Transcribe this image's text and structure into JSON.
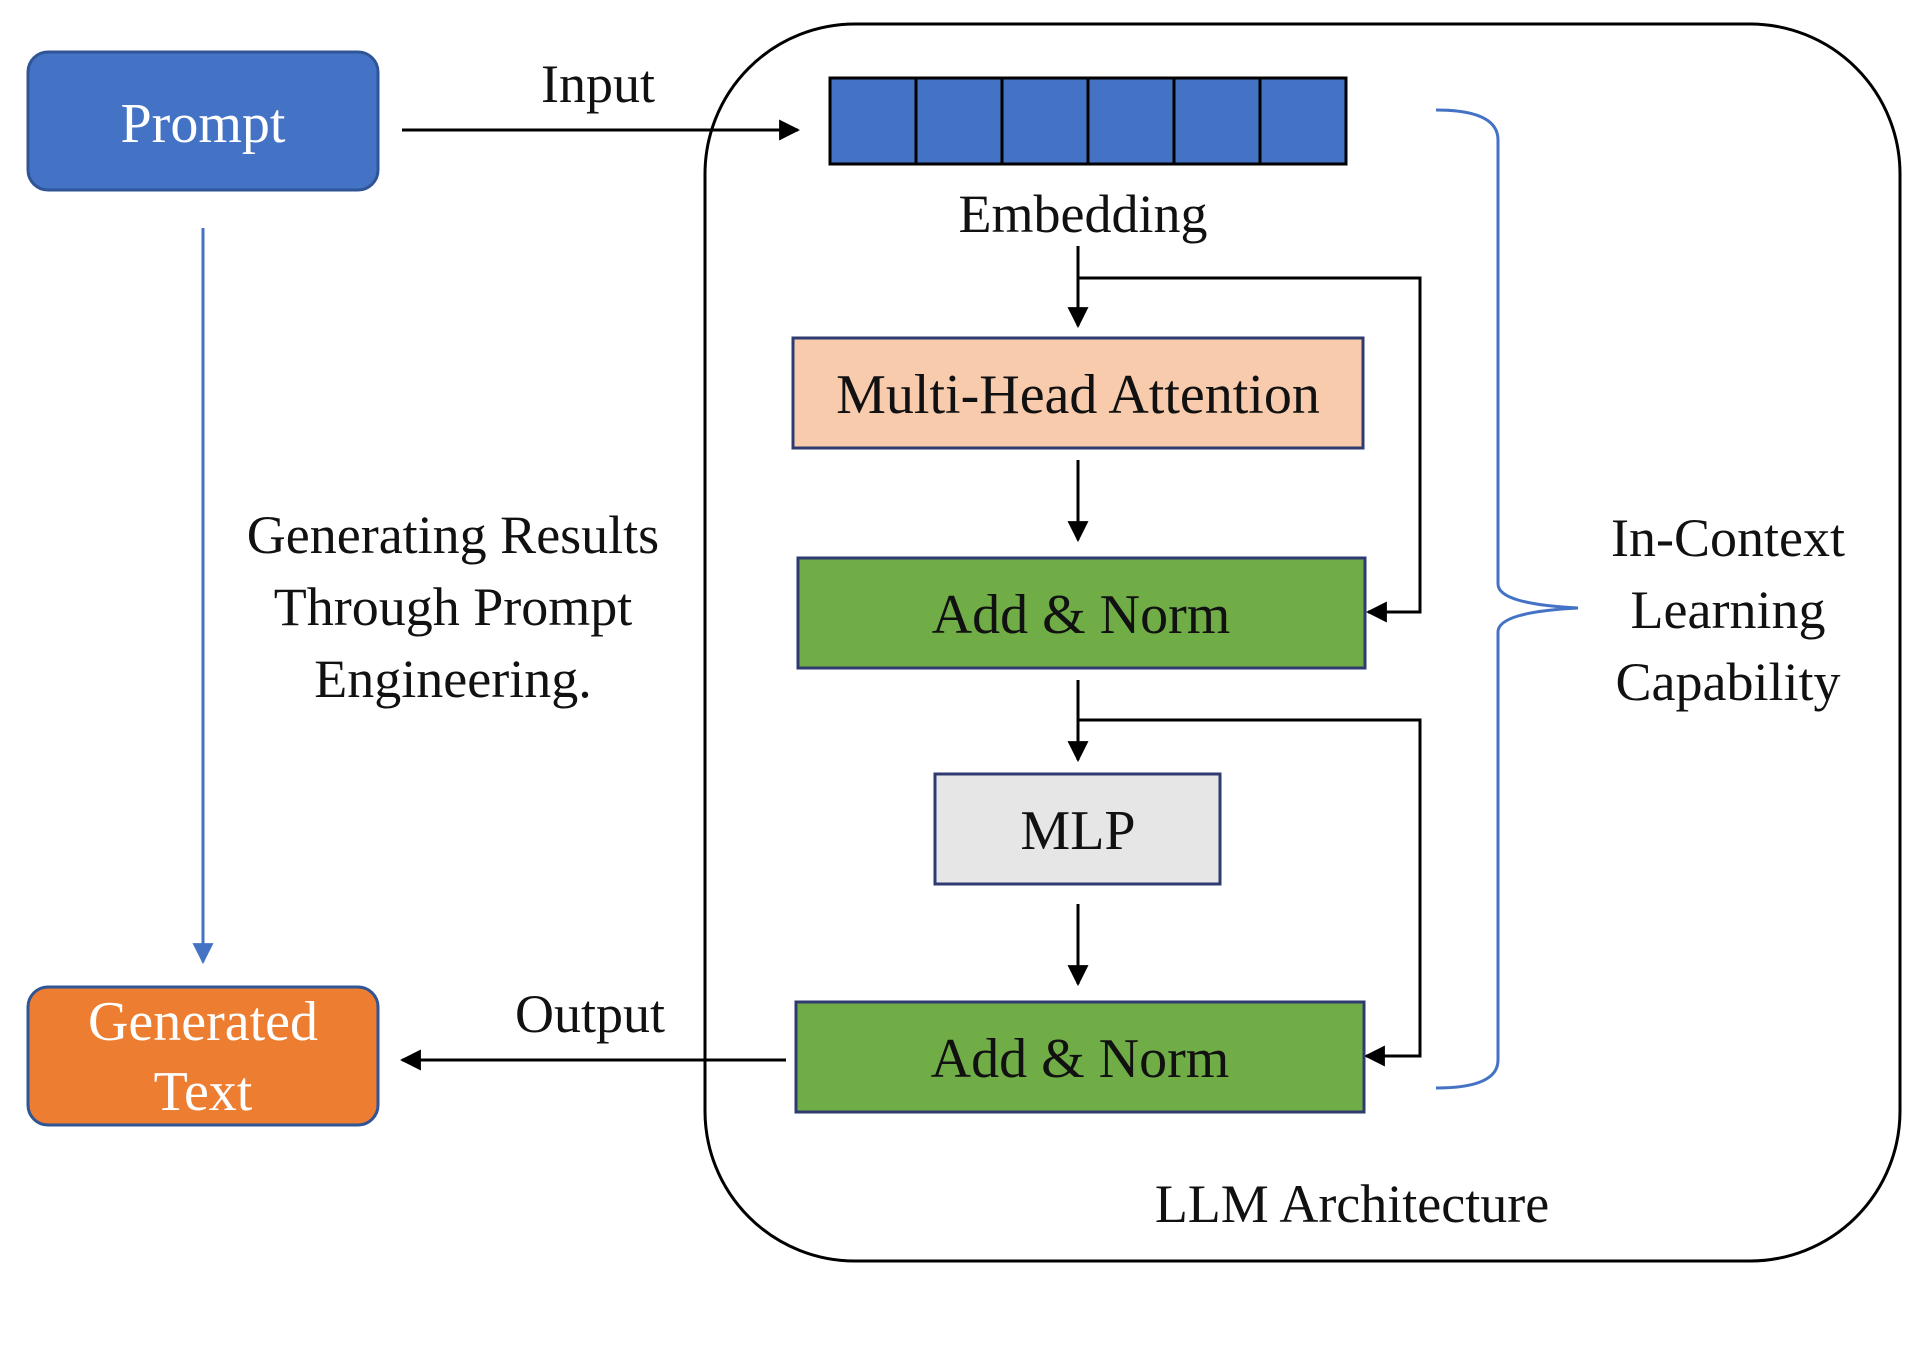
{
  "nodes": {
    "prompt": {
      "label": "Prompt",
      "fill": "#4472C4",
      "text_color": "#ffffff"
    },
    "generated_text": {
      "line1": "Generated",
      "line2": "Text",
      "fill": "#ED7D31",
      "text_color": "#ffffff"
    },
    "embedding": {
      "label": "Embedding",
      "fill": "#4472C4",
      "token_count": 6
    },
    "mha": {
      "label": "Multi-Head Attention",
      "fill": "#F8CBAD"
    },
    "add_norm_1": {
      "label": "Add & Norm",
      "fill": "#70AD47"
    },
    "mlp": {
      "label": "MLP",
      "fill": "#E7E6E6"
    },
    "add_norm_2": {
      "label": "Add & Norm",
      "fill": "#70AD47"
    }
  },
  "edges": {
    "input_label": "Input",
    "output_label": "Output"
  },
  "annotations": {
    "prompt_engineering": {
      "line1": "Generating Results",
      "line2": "Through Prompt",
      "line3": "Engineering."
    },
    "icl": {
      "line1": "In-Context",
      "line2": "Learning",
      "line3": "Capability"
    },
    "container_label": "LLM Architecture"
  },
  "colors": {
    "brace": "#4472C4",
    "blue_arrow": "#4472C4",
    "border_dark": "#2F3B70"
  }
}
